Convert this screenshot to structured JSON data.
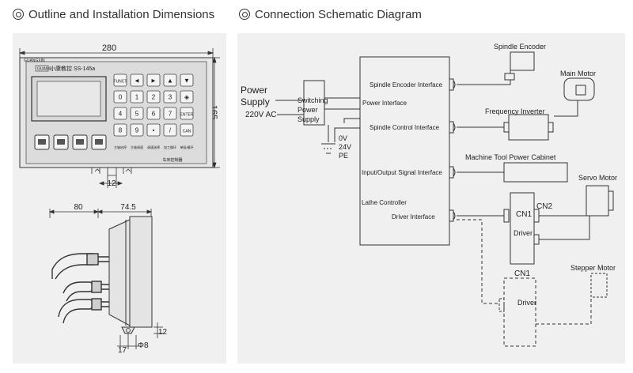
{
  "headings": {
    "outline": "Outline and Installation Dimensions",
    "schematic": "Connection Schematic Diagram"
  },
  "outline": {
    "dim_width": "280",
    "dim_height": "165",
    "dim_depth_front": "80",
    "dim_depth_body": "74.5",
    "dim_bracket": "12",
    "dim_side_bottom": "12",
    "dim_foot_width": "17",
    "dim_hole": "Φ8",
    "device": {
      "brand": "GUANGXIN",
      "model_box": "GUANG",
      "model": "小康教控 SS-145a",
      "footer": "车床控制器",
      "keys_row1": [
        "FUNCT",
        "◄",
        "►",
        "▲",
        "▼"
      ],
      "keys_row2": [
        "0",
        "1",
        "2",
        "3",
        "◈"
      ],
      "keys_row3": [
        "4",
        "5",
        "6",
        "7",
        "ENTER"
      ],
      "keys_row4": [
        "8",
        "9",
        "•",
        "/",
        "CAN"
      ],
      "keys_row5": [
        "主轴启停",
        "主轴调速",
        "调速选择",
        "加工循环\n启动",
        "单段/循环\n选择"
      ]
    }
  },
  "schematic": {
    "power_supply": "Power\nSupply",
    "ac": "220V AC",
    "switching": "Switching\nPower\nSupply",
    "v0": "0V",
    "v24": "24V",
    "pe": "PE",
    "controller": "Lathe Controller",
    "interfaces": {
      "spindle_encoder": "Spindle Encoder Interface",
      "power": "Power Interface",
      "spindle_control": "Spindle Control Interface",
      "io": "Input/Output Signal Interface",
      "driver": "Driver Interface"
    },
    "devices": {
      "spindle_encoder": "Spindle Encoder",
      "main_motor": "Main Motor",
      "inverter": "Frequency Inverter",
      "cabinet": "Machine Tool Power Cabinet",
      "servo_motor": "Servo Motor",
      "cn1_servo": "CN1",
      "cn2": "CN2",
      "driver_servo": "Driver",
      "cn1_stepper": "CN1",
      "driver_stepper": "Driver",
      "stepper_motor": "Stepper Motor"
    }
  }
}
